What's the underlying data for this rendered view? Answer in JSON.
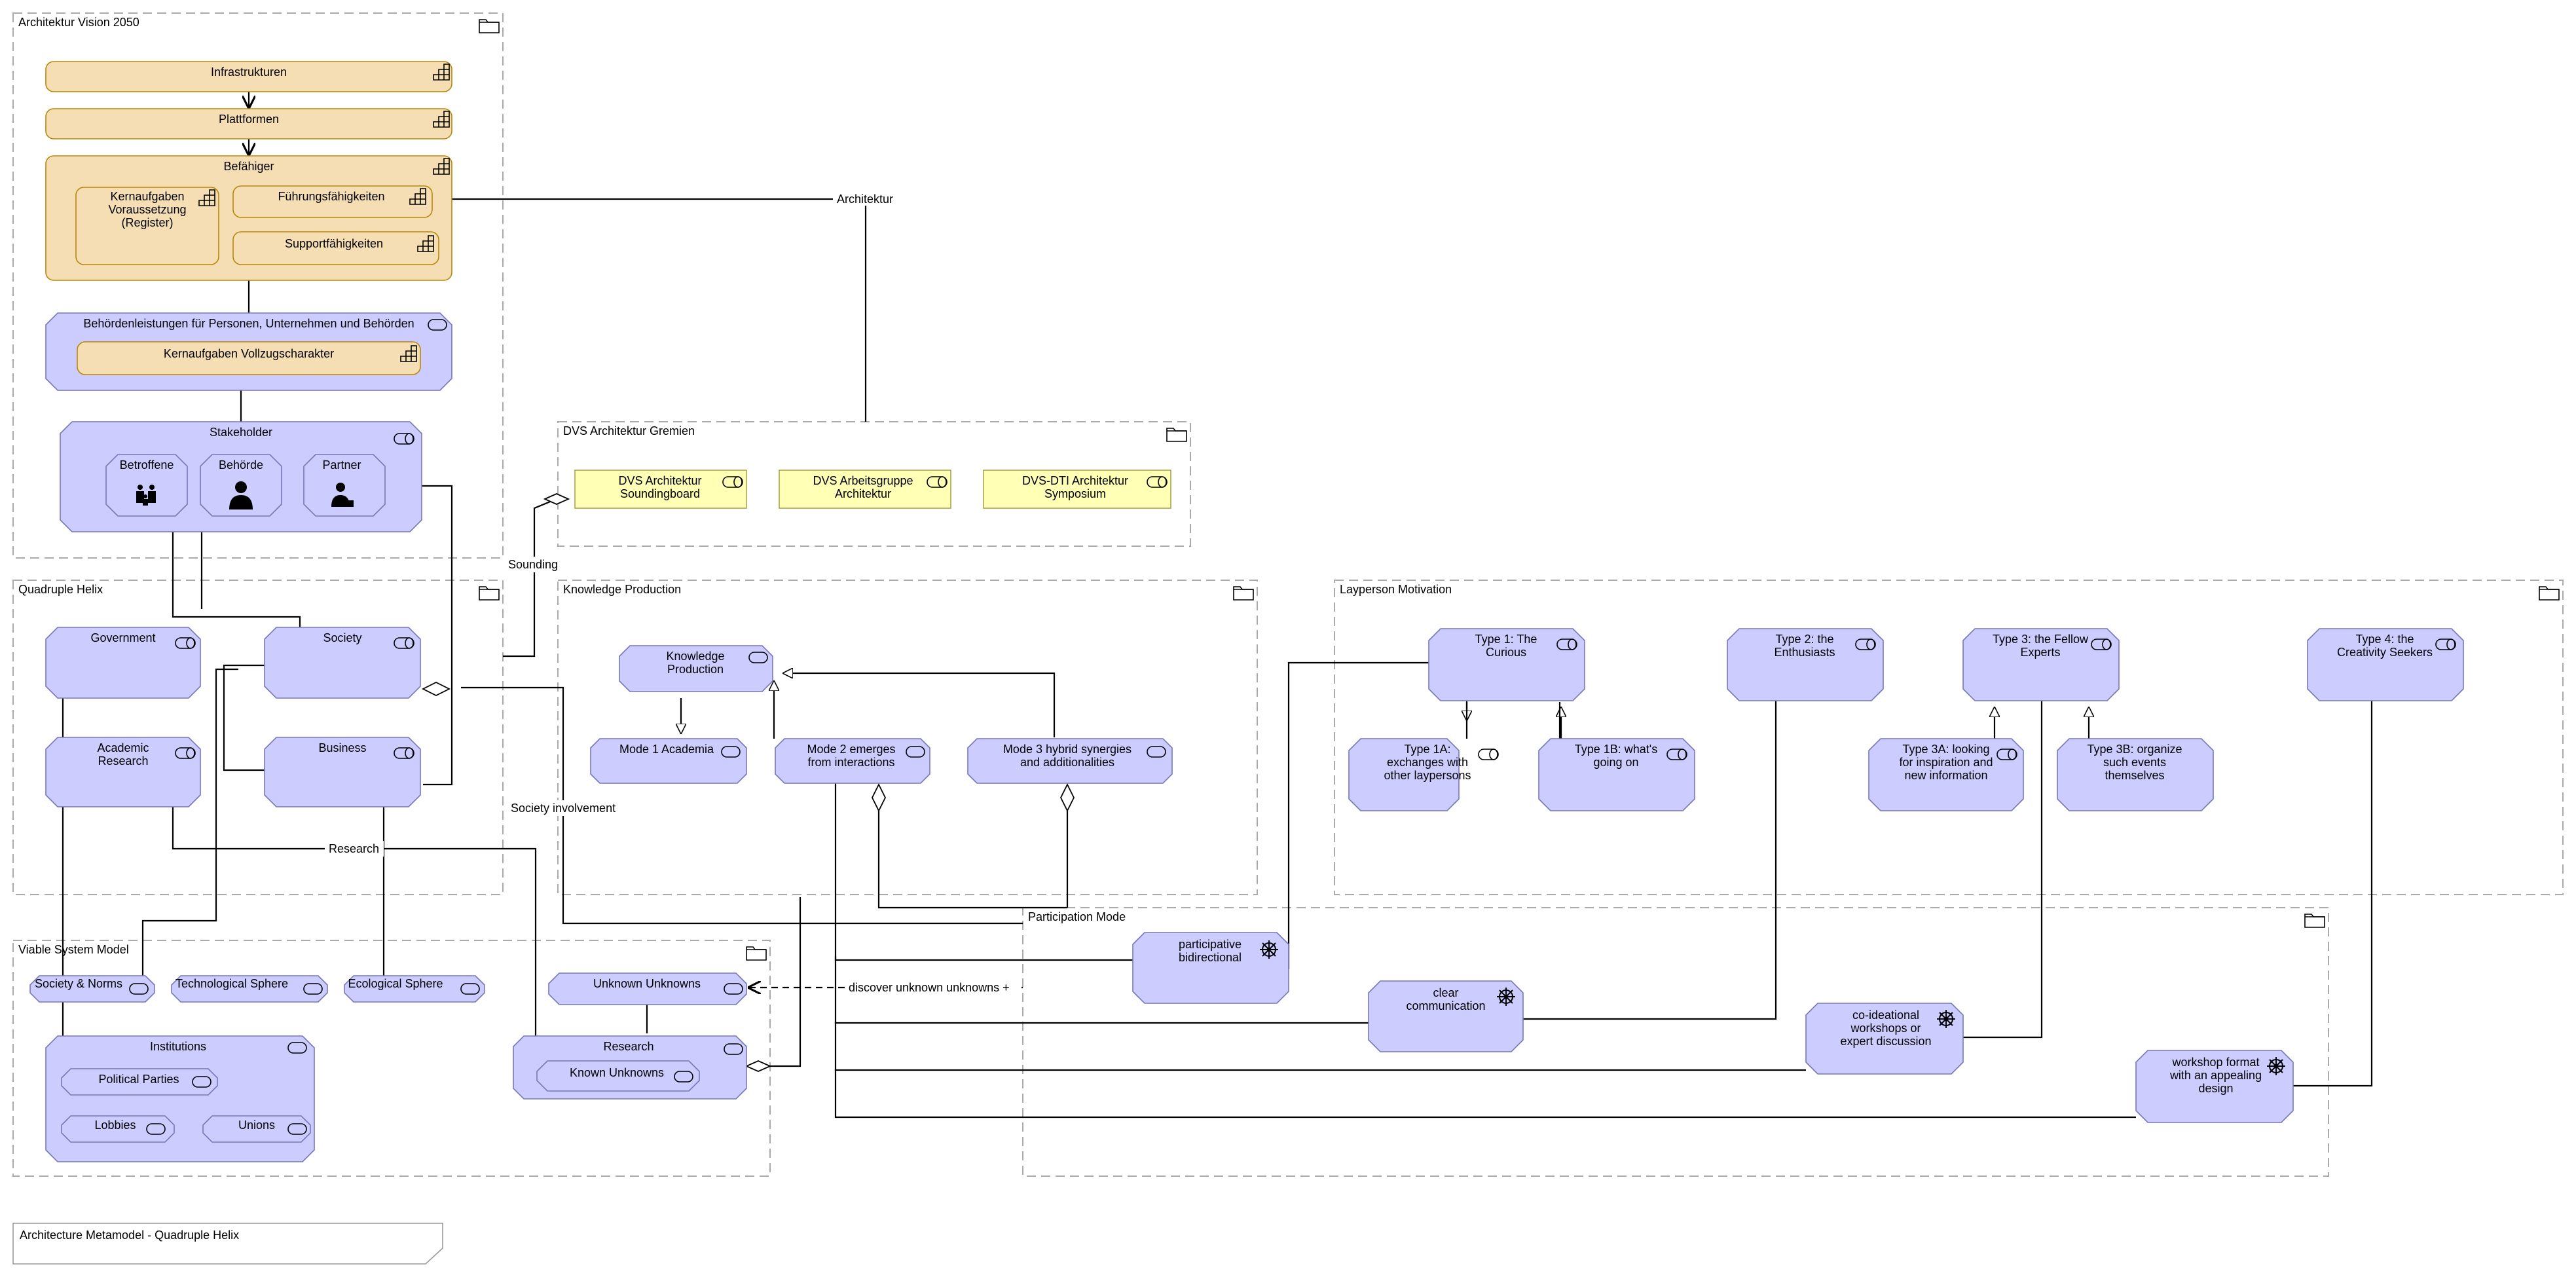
{
  "title_box": "Architecture Metamodel - Quadruple Helix",
  "groups": {
    "architektur_vision": "Architektur Vision 2050",
    "dvs_gremien": "DVS Architektur Gremien",
    "quadruple_helix": "Quadruple Helix",
    "knowledge_production": "Knowledge Production",
    "layperson_motivation": "Layperson Motivation",
    "viable_system_model": "Viable System Model",
    "participation_mode": "Participation Mode"
  },
  "vision": {
    "infrastrukturen": "Infrastrukturen",
    "plattformen": "Plattformen",
    "befaehiger": "Befähiger",
    "kernaufgaben_voraussetzung": [
      "Kernaufgaben",
      "Voraussetzung",
      "(Register)"
    ],
    "fuehrungsfaehigkeiten": "Führungsfähigkeiten",
    "supportfaehigkeiten": "Supportfähigkeiten",
    "behoerdenleistungen": "Behördenleistungen für Personen, Unternehmen und Behörden",
    "kernaufgaben_vollzug": "Kernaufgaben Vollzugscharakter",
    "stakeholder": "Stakeholder",
    "betroffene": "Betroffene",
    "behoerde": "Behörde",
    "partner": "Partner"
  },
  "gremien": {
    "soundingboard": [
      "DVS Architektur",
      "Soundingboard"
    ],
    "arbeitsgruppe": [
      "DVS Arbeitsgruppe",
      "Architektur"
    ],
    "symposium": [
      "DVS-DTI Architektur",
      "Symposium"
    ]
  },
  "helix": {
    "government": "Government",
    "society": "Society",
    "academic_research": [
      "Academic",
      "Research"
    ],
    "business": "Business"
  },
  "knowledge": {
    "knowledge_production": [
      "Knowledge",
      "Production"
    ],
    "mode1": "Mode 1 Academia",
    "mode2": [
      "Mode 2 emerges",
      "from interactions"
    ],
    "mode3": [
      "Mode 3 hybrid synergies",
      "and additionalities"
    ]
  },
  "layperson": {
    "type1": [
      "Type 1: The",
      "Curious"
    ],
    "type1a": [
      "Type 1A:",
      "exchanges with",
      "other laypersons"
    ],
    "type1b": [
      "Type 1B: what's",
      "going on"
    ],
    "type2": [
      "Type 2: the",
      "Enthusiasts"
    ],
    "type3": [
      "Type 3: the Fellow",
      "Experts"
    ],
    "type3a": [
      "Type 3A: looking",
      "for inspiration and",
      "new information"
    ],
    "type3b": [
      "Type 3B: organize",
      "such events",
      "themselves"
    ],
    "type4": [
      "Type 4: the",
      "Creativity Seekers"
    ]
  },
  "vsm": {
    "society_norms": "Society & Norms",
    "technological": "Technological Sphere",
    "ecological": "Ecological Sphere",
    "unknown_unknowns": "Unknown Unknowns",
    "institutions": "Institutions",
    "political_parties": "Political Parties",
    "lobbies": "Lobbies",
    "unions": "Unions",
    "research": "Research",
    "known_unknowns": "Known Unknowns"
  },
  "participation": {
    "participative": [
      "participative",
      "bidirectional"
    ],
    "clear": [
      "clear",
      "communication"
    ],
    "coideational": [
      "co-ideational",
      "workshops or",
      "expert discussion"
    ],
    "workshop": [
      "workshop format",
      "with an appealing",
      "design"
    ]
  },
  "relation_labels": {
    "architektur": "Architektur",
    "sounding": "Sounding",
    "society_involvement": "Society involvement",
    "research": "Research",
    "discover": "discover unknown unknowns +"
  },
  "colors": {
    "capability_fill": "#f5deb3",
    "service_fill": "#ccccff",
    "resource_fill": "#ffffb5"
  },
  "icons": [
    "grid-step-icon",
    "oval-service-icon",
    "toggle-role-icon",
    "folder-icon",
    "family-icon",
    "person-icon",
    "partner-icon",
    "wheel-icon"
  ]
}
